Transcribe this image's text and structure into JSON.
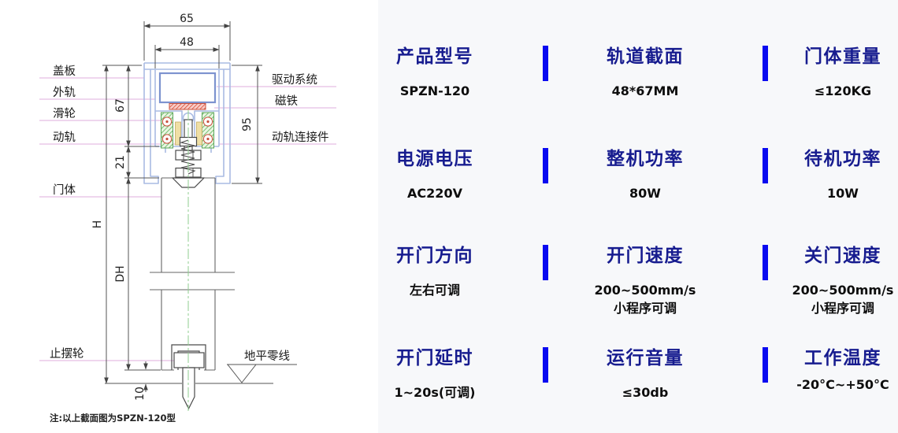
{
  "diagram": {
    "dimensions": {
      "overall_width": "65",
      "track_width": "48",
      "track_height": "67",
      "unit_height": "95",
      "clearance": "21",
      "total_height": "H",
      "door_height": "DH",
      "floor_clearance": "10"
    },
    "labels": {
      "cover_plate": "盖板",
      "outer_rail": "外轨",
      "roller": "滑轮",
      "moving_rail": "动轨",
      "door_body": "门体",
      "stop_wheel": "止摆轮",
      "drive_system": "驱动系统",
      "magnet": "磁铁",
      "rail_connector": "动轨连接件",
      "ground_line": "地平零线"
    },
    "note": "注:以上截面图为SPZN-120型"
  },
  "specs": {
    "accent_blue": "#0a0af0",
    "header_navy": "#171c8f",
    "items": [
      {
        "label": "产品型号",
        "value": "SPZN-120"
      },
      {
        "label": "轨道截面",
        "value": "48*67MM"
      },
      {
        "label": "门体重量",
        "value": "≤120KG"
      },
      {
        "label": "电源电压",
        "value": "AC220V"
      },
      {
        "label": "整机功率",
        "value": "80W"
      },
      {
        "label": "待机功率",
        "value": "10W"
      },
      {
        "label": "开门方向",
        "value": "左右可调"
      },
      {
        "label": "开门速度",
        "value": "200~500mm/s",
        "value2": "小程序可调"
      },
      {
        "label": "关门速度",
        "value": "200~500mm/s",
        "value2": "小程序可调"
      },
      {
        "label": "开门延时",
        "value": "1~20s(可调)"
      },
      {
        "label": "运行音量",
        "value": "≤30db"
      },
      {
        "label": "工作温度",
        "value": "-20°C~+50°C"
      }
    ]
  }
}
